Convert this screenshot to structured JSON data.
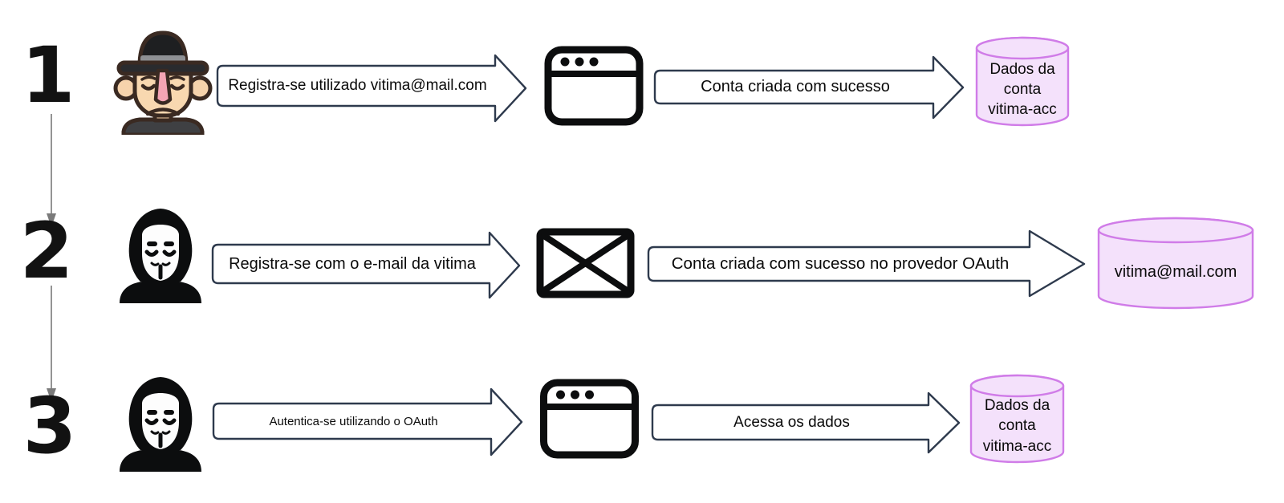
{
  "diagram": {
    "description": "OAuth account takeover flow diagram",
    "colors": {
      "arrow_outline": "#2e3a4d",
      "database_fill": "#f4e1fb",
      "database_stroke": "#d07ce8",
      "connector_gray": "#7a7a7a",
      "icon_black": "#0c0d0e"
    },
    "steps": [
      {
        "number": "1",
        "actor_icon": "victim-man-in-hat-icon",
        "request_label": "Registra-se utilizado vitima@mail.com",
        "service_icon": "browser-window-icon",
        "response_label": "Conta criada com sucesso",
        "database_label": "Dados da conta vitima-acc"
      },
      {
        "number": "2",
        "actor_icon": "anonymous-attacker-icon",
        "request_label": "Registra-se com o e-mail da vitima",
        "service_icon": "email-envelope-icon",
        "response_label": "Conta criada com sucesso no provedor OAuth",
        "database_label": "vitima@mail.com"
      },
      {
        "number": "3",
        "actor_icon": "anonymous-attacker-icon",
        "request_label": "Autentica-se utilizando o OAuth",
        "service_icon": "browser-window-icon",
        "response_label": "Acessa os dados",
        "database_label": "Dados da conta vitima-acc"
      }
    ]
  }
}
